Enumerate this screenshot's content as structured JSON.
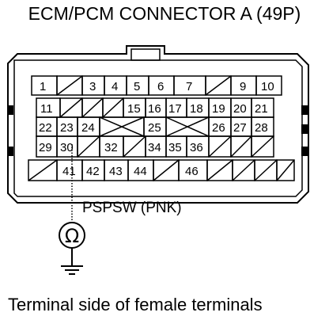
{
  "title": "ECM/PCM CONNECTOR A (49P)",
  "wire_label": "PSPSW (PNK)",
  "meter_symbol": "Ω",
  "footer": "Terminal side of female terminals",
  "pins": {
    "p1": "1",
    "p3": "3",
    "p4": "4",
    "p5": "5",
    "p6": "6",
    "p7": "7",
    "p9": "9",
    "p10": "10",
    "p11": "11",
    "p15": "15",
    "p16": "16",
    "p17": "17",
    "p18": "18",
    "p19": "19",
    "p20": "20",
    "p21": "21",
    "p22": "22",
    "p23": "23",
    "p24": "24",
    "p25": "25",
    "p26": "26",
    "p27": "27",
    "p28": "28",
    "p29": "29",
    "p30": "30",
    "p32": "32",
    "p34": "34",
    "p35": "35",
    "p36": "36",
    "p41": "41",
    "p42": "42",
    "p43": "43",
    "p44": "44",
    "p46": "46"
  }
}
